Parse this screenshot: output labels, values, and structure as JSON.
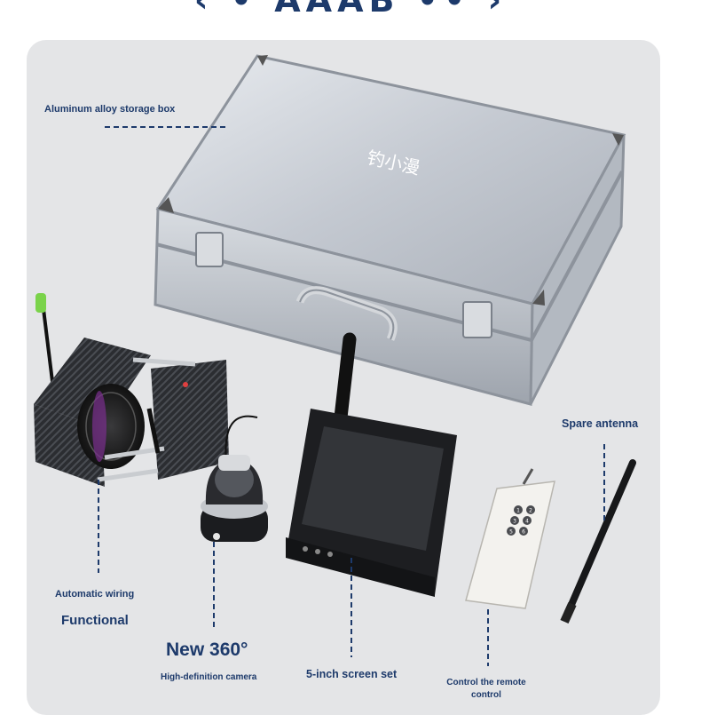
{
  "header": {
    "title_fragment": "‹ • AAAB •• ›"
  },
  "box": {
    "lid_text": "钓小漫"
  },
  "remote": {
    "keys": [
      "1",
      "2",
      "3",
      "4",
      "5",
      "6"
    ]
  },
  "labels": {
    "storage_box": "Aluminum alloy storage box",
    "spare_antenna": "Spare antenna",
    "automatic_wiring": "Automatic wiring",
    "functional": "Functional",
    "new_360": "New 360°",
    "hd_camera": "High-definition camera",
    "screen_set": "5-inch screen set",
    "remote_control": "Control the remote control"
  },
  "colors": {
    "label_navy": "#1d3a6b",
    "panel_bg": "#e4e5e7",
    "aluminum": "#c4c9d1"
  }
}
